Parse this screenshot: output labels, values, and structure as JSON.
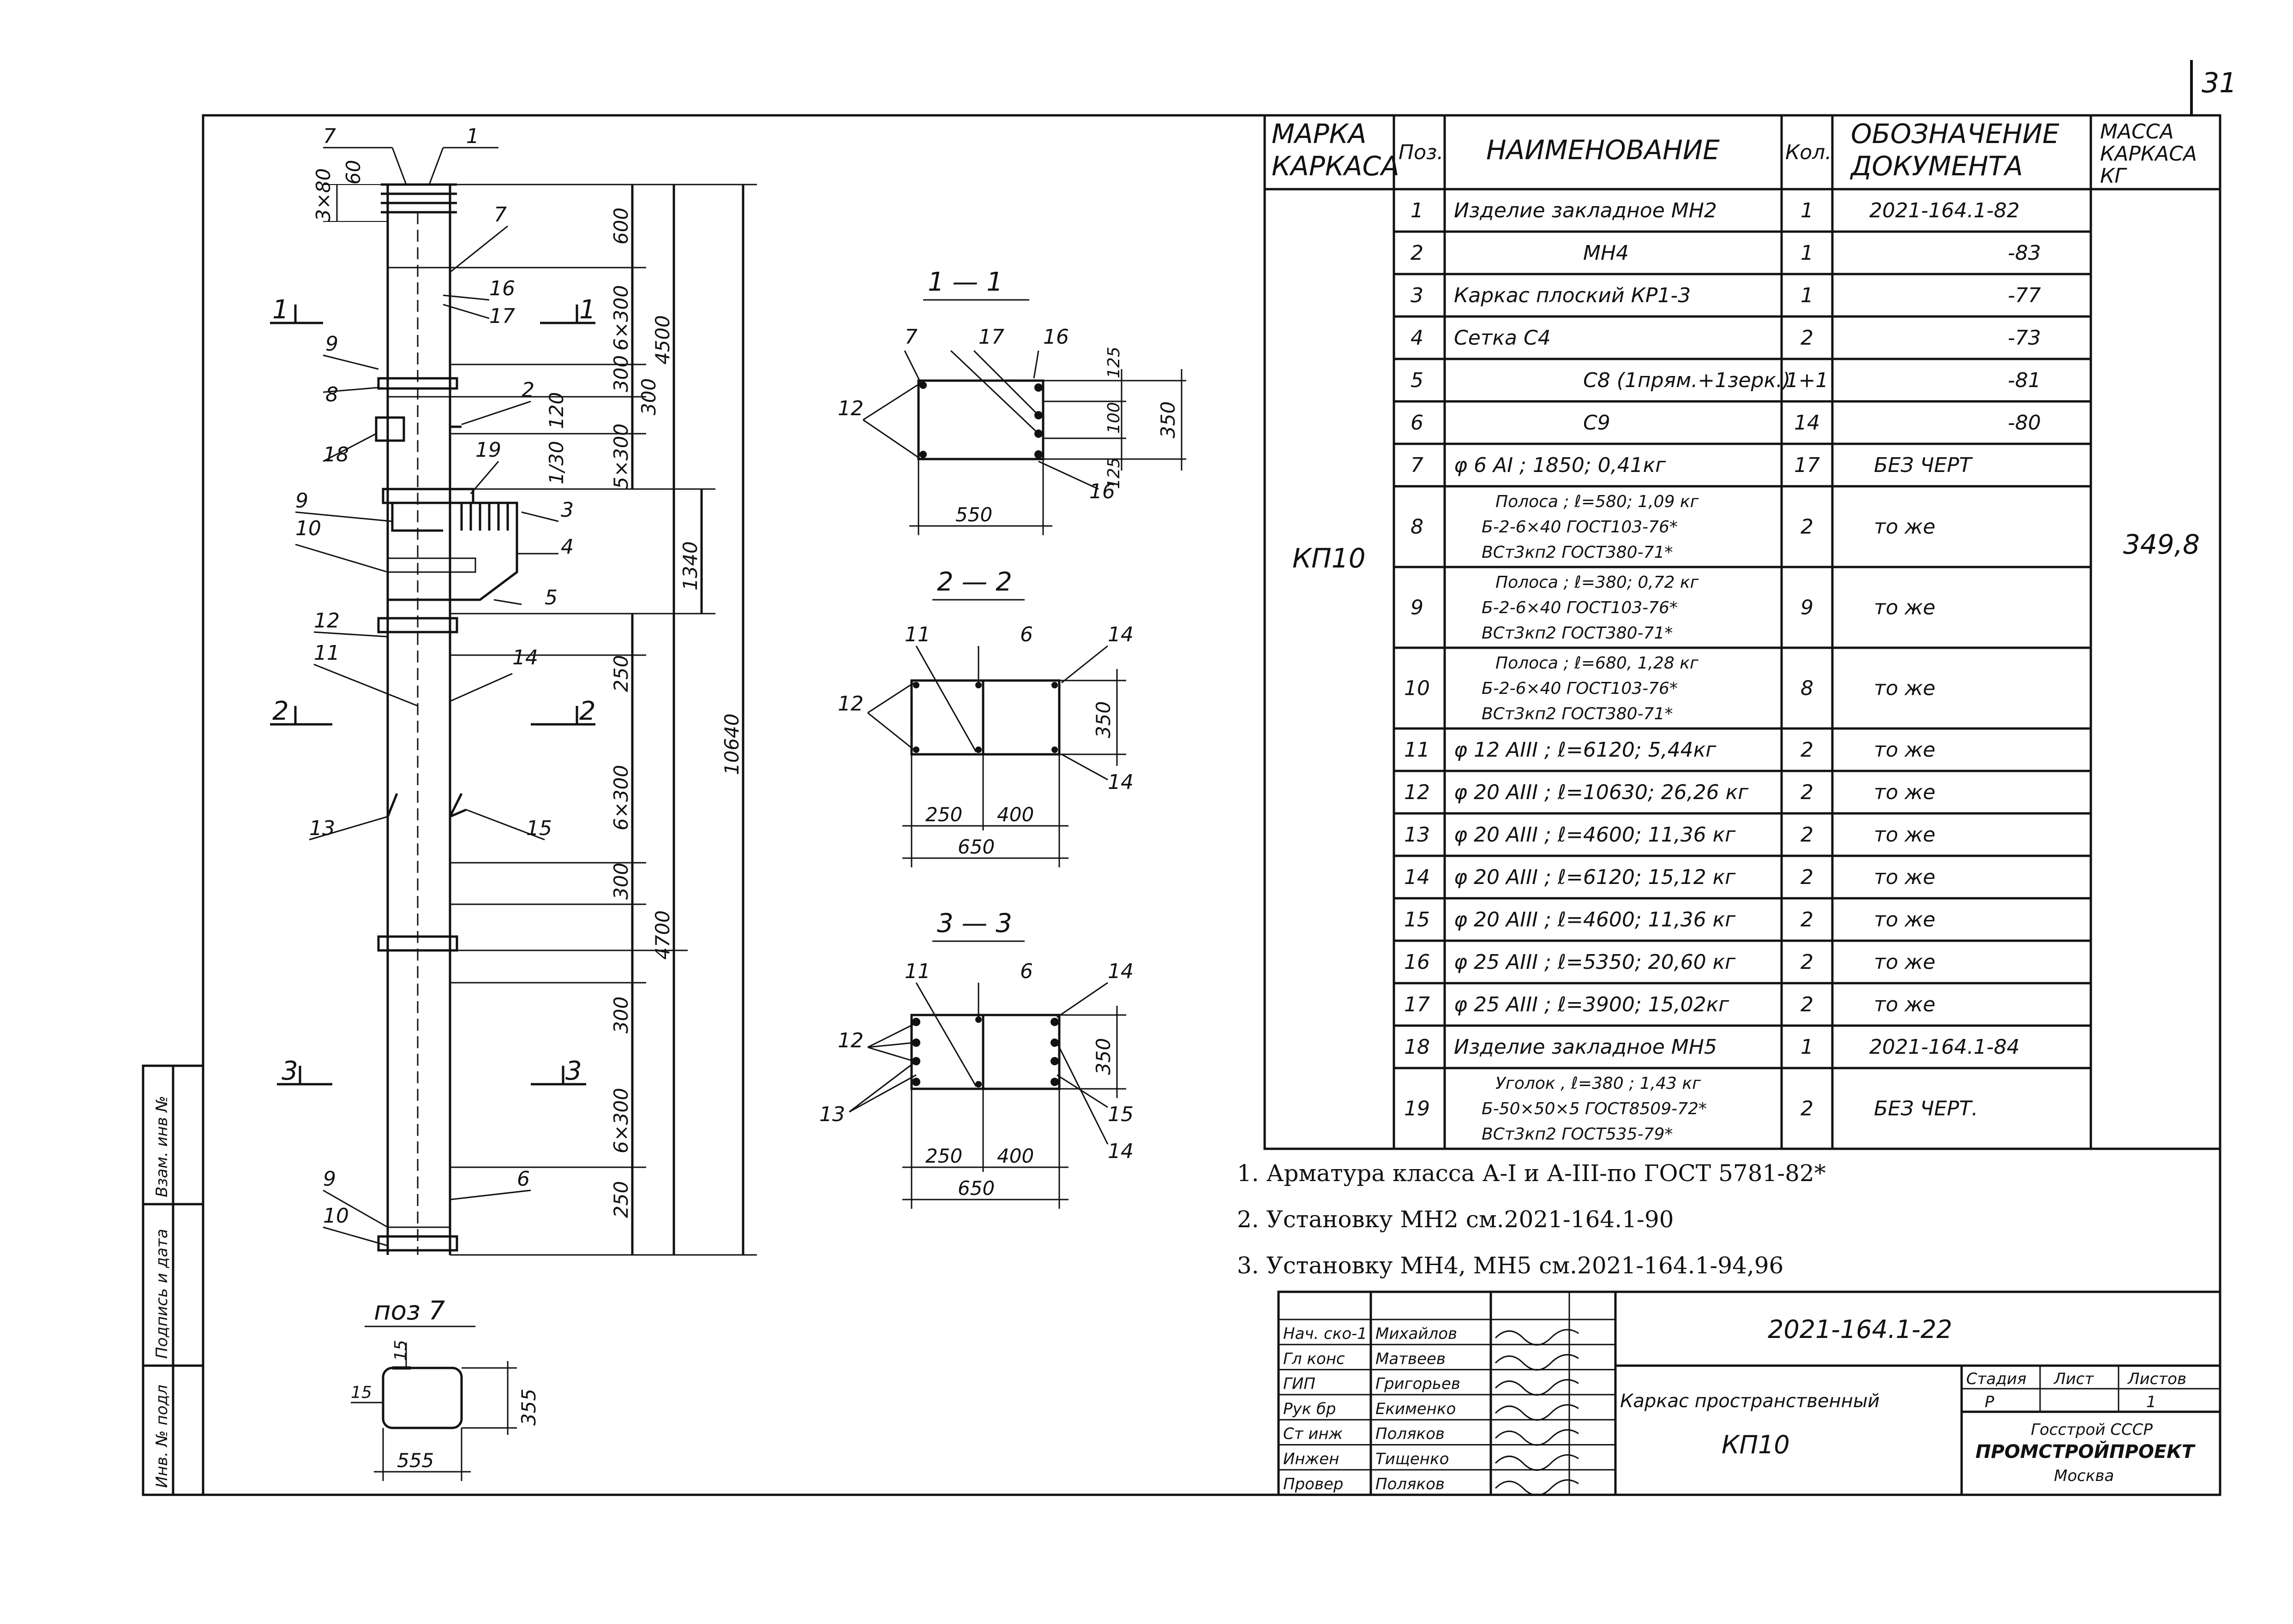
{
  "sheet_number": "31",
  "sections": {
    "s1": "1 — 1",
    "s2": "2 — 2",
    "s3": "3 — 3",
    "poz7": "поз 7",
    "cut1a": "1",
    "cut1b": "1",
    "cut2a": "2",
    "cut2b": "2",
    "cut3a": "3",
    "cut3b": "3"
  },
  "elevation": {
    "pos_labels": [
      "7",
      "1",
      "7",
      "16",
      "17",
      "9",
      "8",
      "2",
      "18",
      "19",
      "3",
      "9",
      "10",
      "4",
      "5",
      "12",
      "11",
      "14",
      "13",
      "15",
      "9",
      "10",
      "6"
    ],
    "dims": {
      "top": "3×80",
      "top2": "60",
      "d600": "600",
      "d6x300a": "6×300",
      "d300a": "300",
      "d300b": "300",
      "d120": "120",
      "d5x300": "5×300",
      "d130": "1/30",
      "d4500": "4500",
      "d1340": "1340",
      "d250a": "250",
      "d6x300b": "6×300",
      "d300c": "300",
      "d4700": "4700",
      "d10640": "10640",
      "d300d": "300",
      "d6x300c": "6×300",
      "d250b": "250"
    }
  },
  "section11": {
    "labels": [
      "7",
      "17",
      "16",
      "12",
      "16"
    ],
    "dims": {
      "w": "550",
      "h": "350",
      "a": "125",
      "b": "100",
      "c": "125"
    }
  },
  "section22": {
    "labels": [
      "11",
      "6",
      "14",
      "12",
      "14"
    ],
    "dims": {
      "a": "250",
      "b": "400",
      "w": "650",
      "h": "350"
    }
  },
  "section33": {
    "labels": [
      "11",
      "6",
      "14",
      "12",
      "13",
      "15",
      "14"
    ],
    "dims": {
      "a": "250",
      "b": "400",
      "w": "650",
      "h": "350"
    }
  },
  "poz7_detail": {
    "a": "15",
    "b": "15",
    "w": "555",
    "h": "355"
  },
  "spec": {
    "headers": {
      "mark": "МАРКА КАРКАСА",
      "pos": "Поз.",
      "name": "НАИМЕНОВАНИЕ",
      "qty": "Кол.",
      "doc": "ОБОЗНАЧЕНИЕ ДОКУМЕНТА",
      "mass": "МАССА КАРКАСА КГ"
    },
    "mark_value": "КП10",
    "mass_value": "349,8",
    "rows": [
      {
        "pos": "1",
        "name1": "Изделие закладное МН2",
        "name2": "",
        "name3": "",
        "qty": "1",
        "doc": "2021-164.1-82"
      },
      {
        "pos": "2",
        "name1": "МН4",
        "name2": "",
        "name3": "",
        "qty": "1",
        "doc": "-83"
      },
      {
        "pos": "3",
        "name1": "Каркас плоский КР1-3",
        "name2": "",
        "name3": "",
        "qty": "1",
        "doc": "-77"
      },
      {
        "pos": "4",
        "name1": "Сетка С4",
        "name2": "",
        "name3": "",
        "qty": "2",
        "doc": "-73"
      },
      {
        "pos": "5",
        "name1": "С8 (1прям.+1зерк.)",
        "name2": "",
        "name3": "",
        "qty": "1+1",
        "doc": "-81"
      },
      {
        "pos": "6",
        "name1": "С9",
        "name2": "",
        "name3": "",
        "qty": "14",
        "doc": "-80"
      },
      {
        "pos": "7",
        "name1": "φ 6 AI ; 1850; 0,41кг",
        "name2": "",
        "name3": "",
        "qty": "17",
        "doc": "БЕЗ ЧЕРТ"
      },
      {
        "pos": "8",
        "name1": "Полоса ; ℓ=580; 1,09 кг",
        "name2": "Б-2-6×40 ГОСТ103-76*",
        "name3": "ВСт3кп2 ГОСТ380-71*",
        "qty": "2",
        "doc": "то же"
      },
      {
        "pos": "9",
        "name1": "Полоса ; ℓ=380; 0,72 кг",
        "name2": "Б-2-6×40 ГОСТ103-76*",
        "name3": "ВСт3кп2 ГОСТ380-71*",
        "qty": "9",
        "doc": "то же"
      },
      {
        "pos": "10",
        "name1": "Полоса ; ℓ=680, 1,28 кг",
        "name2": "Б-2-6×40 ГОСТ103-76*",
        "name3": "ВСт3кп2 ГОСТ380-71*",
        "qty": "8",
        "doc": "то же"
      },
      {
        "pos": "11",
        "name1": "φ 12 AIII ; ℓ=6120; 5,44кг",
        "name2": "",
        "name3": "",
        "qty": "2",
        "doc": "то же"
      },
      {
        "pos": "12",
        "name1": "φ 20 AIII ; ℓ=10630; 26,26 кг",
        "name2": "",
        "name3": "",
        "qty": "2",
        "doc": "то же"
      },
      {
        "pos": "13",
        "name1": "φ 20 AIII ; ℓ=4600; 11,36 кг",
        "name2": "",
        "name3": "",
        "qty": "2",
        "doc": "то же"
      },
      {
        "pos": "14",
        "name1": "φ 20 AIII ; ℓ=6120; 15,12 кг",
        "name2": "",
        "name3": "",
        "qty": "2",
        "doc": "то же"
      },
      {
        "pos": "15",
        "name1": "φ 20 AIII ; ℓ=4600; 11,36 кг",
        "name2": "",
        "name3": "",
        "qty": "2",
        "doc": "то же"
      },
      {
        "pos": "16",
        "name1": "φ 25 AIII ; ℓ=5350; 20,60 кг",
        "name2": "",
        "name3": "",
        "qty": "2",
        "doc": "то же"
      },
      {
        "pos": "17",
        "name1": "φ 25 AIII ; ℓ=3900; 15,02кг",
        "name2": "",
        "name3": "",
        "qty": "2",
        "doc": "то же"
      },
      {
        "pos": "18",
        "name1": "Изделие закладное МН5",
        "name2": "",
        "name3": "",
        "qty": "1",
        "doc": "2021-164.1-84"
      },
      {
        "pos": "19",
        "name1": "Уголок , ℓ=380 ; 1,43 кг",
        "name2": "Б-50×50×5 ГОСТ8509-72*",
        "name3": "ВСт3кп2 ГОСТ535-79*",
        "qty": "2",
        "doc": "БЕЗ ЧЕРТ."
      }
    ]
  },
  "notes": [
    "1. Арматура класса А-I и А-III-по ГОСТ 5781-82*",
    "2. Установку МН2 см.2021-164.1-90",
    "3. Установку МН4, МН5 см.2021-164.1-94,96"
  ],
  "left_strip": [
    "Инв. № подл",
    "Подпись и дата",
    "Взам. инв №"
  ],
  "title_block": {
    "doc_code": "2021-164.1-22",
    "title1": "Каркас пространственный",
    "title2": "КП10",
    "stage_h": "Стадия",
    "sheet_h": "Лист",
    "sheets_h": "Листов",
    "stage": "Р",
    "sheet": "1",
    "org1": "Госстрой СССР",
    "org2": "ПРОМСТРОЙПРОЕКТ",
    "org3": "Москва",
    "roles": [
      {
        "role": "Нач. ско-1",
        "name": "Михайлов"
      },
      {
        "role": "Гл конс",
        "name": "Матвеев"
      },
      {
        "role": "ГИП",
        "name": "Григорьев"
      },
      {
        "role": "Рук бр",
        "name": "Екименко"
      },
      {
        "role": "Ст инж",
        "name": "Поляков"
      },
      {
        "role": "Инжен",
        "name": "Тищенко"
      },
      {
        "role": "Провер",
        "name": "Поляков"
      }
    ]
  }
}
